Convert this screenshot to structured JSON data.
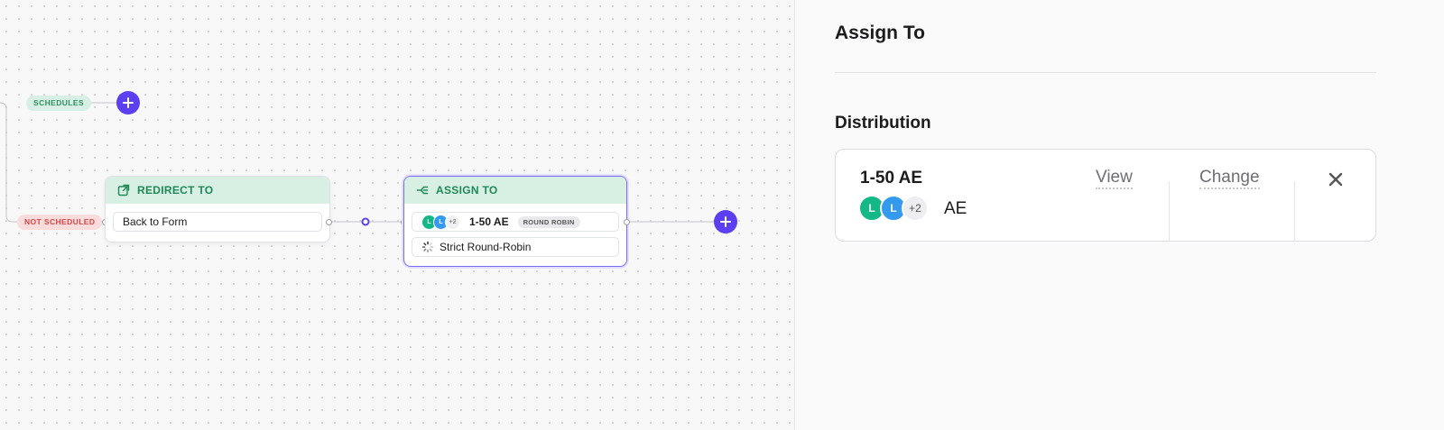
{
  "canvas": {
    "branches": {
      "schedules": "SCHEDULES",
      "not_scheduled": "NOT SCHEDULED"
    },
    "redirect_node": {
      "title": "REDIRECT TO",
      "icon": "external-link-icon",
      "target": "Back to Form"
    },
    "assign_node": {
      "title": "ASSIGN TO",
      "icon": "branch-assign-icon",
      "avatars": [
        {
          "initial": "L",
          "color": "#12b886"
        },
        {
          "initial": "L",
          "color": "#339af0"
        }
      ],
      "more_count": "+2",
      "distribution": "1-50 AE",
      "method_tag": "ROUND ROBIN",
      "strategy": "Strict Round-Robin",
      "strategy_icon": "loading-spinner-icon"
    },
    "accent_color": "#5b3ff0"
  },
  "panel": {
    "title": "Assign To",
    "distribution_heading": "Distribution",
    "distribution": {
      "name": "1-50 AE",
      "avatars": [
        {
          "initial": "L",
          "color": "#12b886"
        },
        {
          "initial": "L",
          "color": "#339af0"
        }
      ],
      "more_count": "+2",
      "team": "AE",
      "view_label": "View",
      "change_label": "Change",
      "close_icon": "close-icon"
    }
  }
}
